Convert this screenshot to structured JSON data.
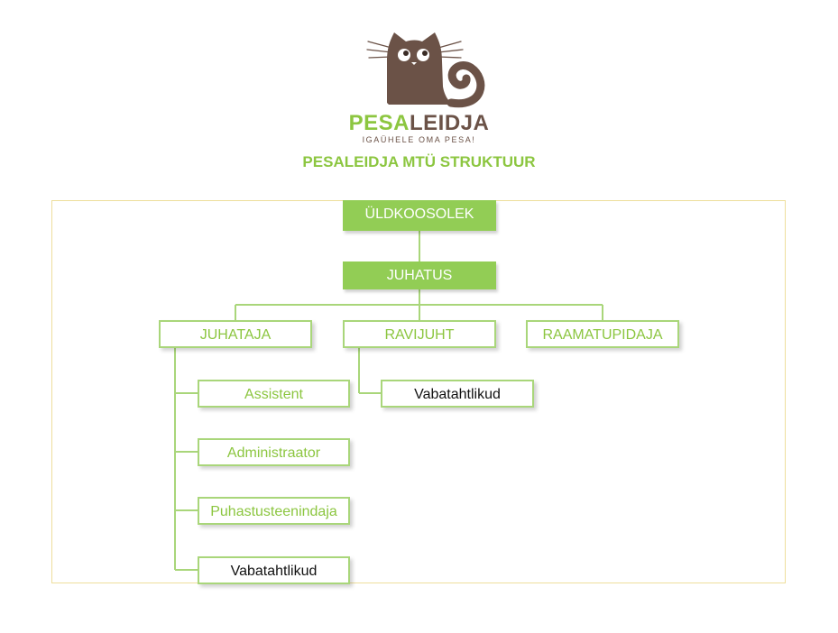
{
  "logo": {
    "brand_part1": "PESA",
    "brand_part2": "LEIDJA",
    "tagline": "IGAÜHELE OMA PESA!"
  },
  "title": "PESALEIDJA MTÜ STRUKTUUR",
  "colors": {
    "green": "#8cc640",
    "brown": "#6b5247",
    "box_fill": "#92cd55",
    "box_border": "#a9d67a",
    "frame_border": "#eede9c"
  },
  "nodes": {
    "general_meeting": "ÜLDKOOSOLEK",
    "board": "JUHATUS",
    "manager": "JUHATAJA",
    "head_of_care": "RAVIJUHT",
    "accountant": "RAAMATUPIDAJA",
    "assistant": "Assistent",
    "administrator": "Administraator",
    "cleaner": "Puhastusteenindaja",
    "volunteers_manager": "Vabatahtlikud",
    "volunteers_care": "Vabatahtlikud"
  }
}
